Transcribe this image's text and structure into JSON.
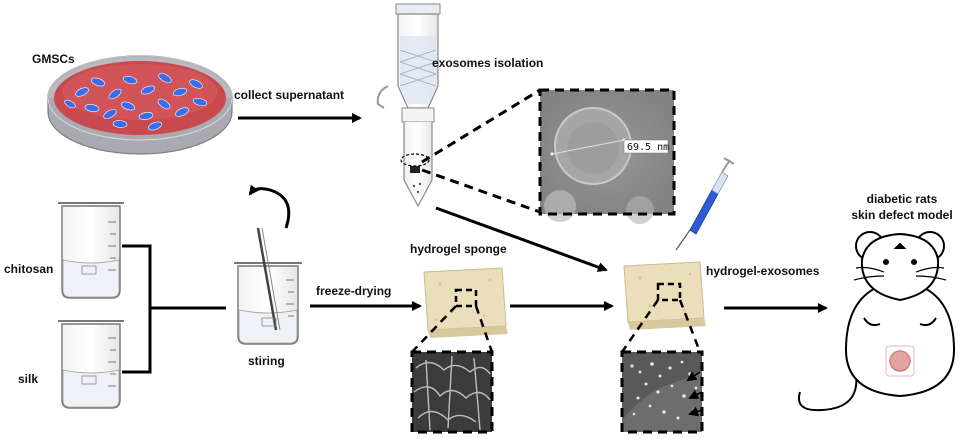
{
  "labels": {
    "gmscs": "GMSCs",
    "collect_supernatant": "collect supernatant",
    "exosomes_isolation": "exosomes isolation",
    "chitosan": "chitosan",
    "silk": "silk",
    "stiring": "stiring",
    "freeze_drying": "freeze-drying",
    "hydrogel_sponge": "hydrogel sponge",
    "hydrogel_exosomes": "hydrogel-exosomes",
    "diabetic_rats": "diabetic rats",
    "skin_defect_model": "skin defect model"
  },
  "tem_measurement": "69.5 nm",
  "colors": {
    "dish_medium": "#c84a4f",
    "cell_blue": "#3a6cf0",
    "sponge": "#eadfba",
    "syringe_blue": "#2f5bd6",
    "wound": "#e4a3a0",
    "em_bg": "#8f8f8f"
  }
}
